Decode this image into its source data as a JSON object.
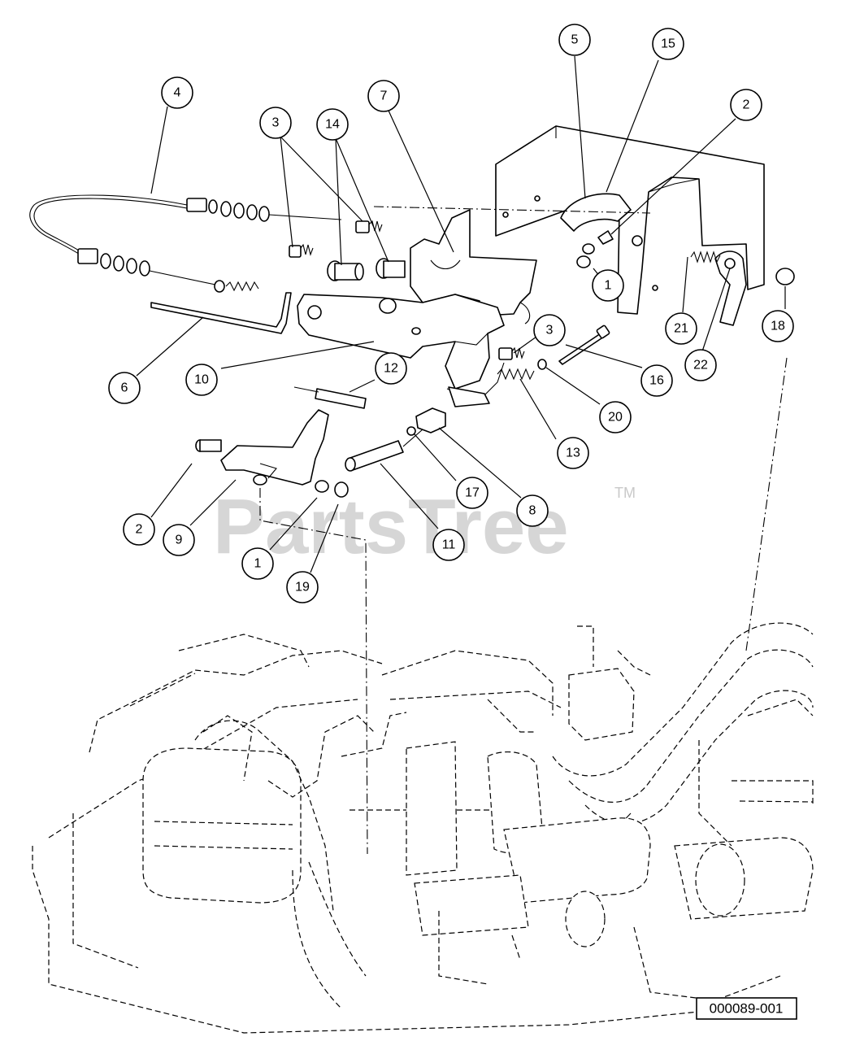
{
  "watermark": {
    "brand": "PartsTree",
    "tm": "TM"
  },
  "diagram_id": "000089-001",
  "callouts": [
    {
      "id": "c1",
      "label": "5"
    },
    {
      "id": "c2",
      "label": "15"
    },
    {
      "id": "c3",
      "label": "4"
    },
    {
      "id": "c4",
      "label": "7"
    },
    {
      "id": "c5",
      "label": "3"
    },
    {
      "id": "c6",
      "label": "14"
    },
    {
      "id": "c7",
      "label": "2"
    },
    {
      "id": "c8",
      "label": "1"
    },
    {
      "id": "c9",
      "label": "21"
    },
    {
      "id": "c10",
      "label": "18"
    },
    {
      "id": "c11",
      "label": "22"
    },
    {
      "id": "c12",
      "label": "3"
    },
    {
      "id": "c13",
      "label": "16"
    },
    {
      "id": "c14",
      "label": "6"
    },
    {
      "id": "c15",
      "label": "10"
    },
    {
      "id": "c16",
      "label": "12"
    },
    {
      "id": "c17",
      "label": "20"
    },
    {
      "id": "c18",
      "label": "13"
    },
    {
      "id": "c19",
      "label": "17"
    },
    {
      "id": "c20",
      "label": "8"
    },
    {
      "id": "c21",
      "label": "2"
    },
    {
      "id": "c22",
      "label": "9"
    },
    {
      "id": "c23",
      "label": "11"
    },
    {
      "id": "c24",
      "label": "1"
    },
    {
      "id": "c25",
      "label": "19"
    }
  ]
}
